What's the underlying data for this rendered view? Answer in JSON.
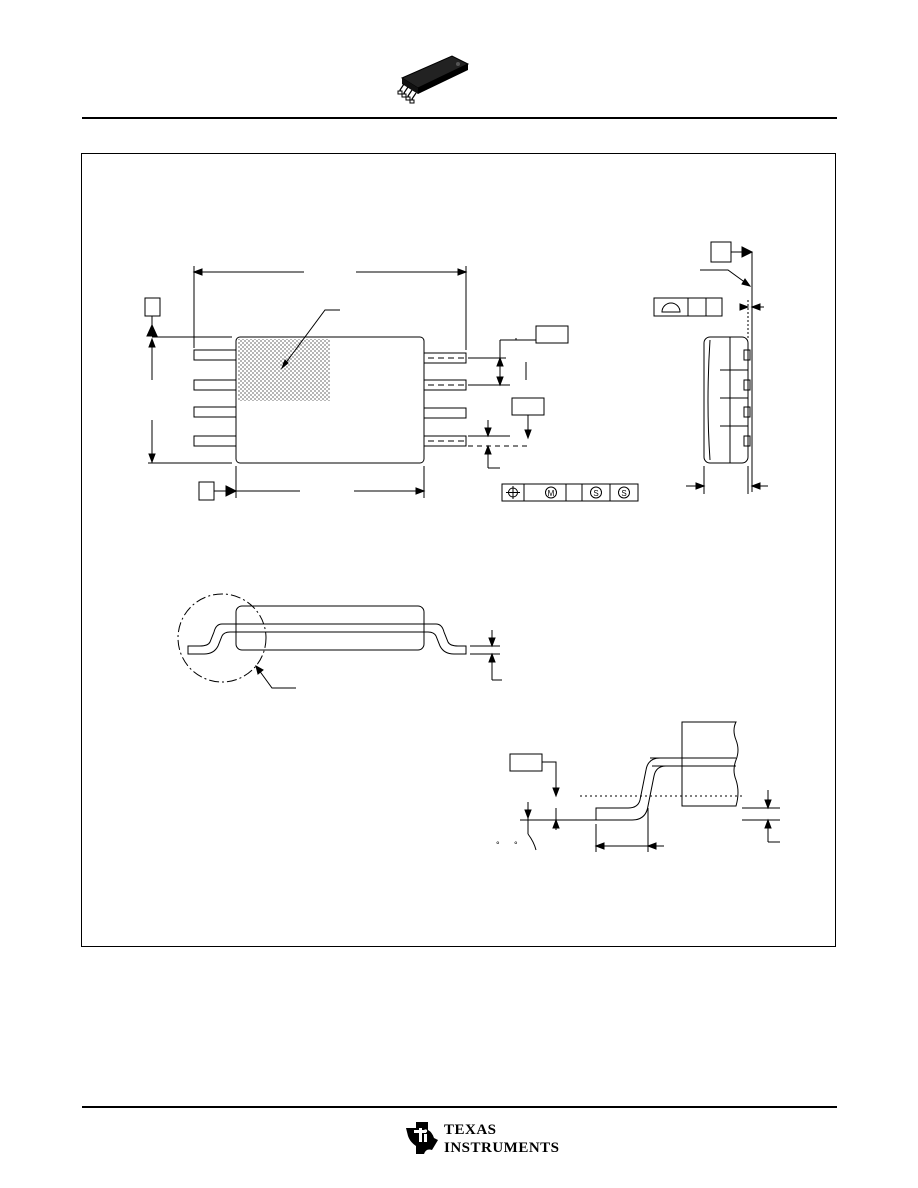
{
  "page": {
    "has_header_rule": true,
    "has_footer_rule": true
  },
  "header": {
    "package_icon": "tssop-8-package-icon"
  },
  "footer": {
    "logo": {
      "icon": "texas-instruments-logo-icon",
      "line1": "TEXAS",
      "line2": "INSTRUMENTS"
    }
  },
  "drawing": {
    "stroke_color": "#000000",
    "shading": "dot-hatch",
    "gdt_symbols": {
      "position": "⊕",
      "mmc": "M",
      "rfs_1": "S",
      "rfs_2": "S",
      "profile": "semicircle"
    },
    "degree_marks": [
      "°",
      "°"
    ]
  }
}
